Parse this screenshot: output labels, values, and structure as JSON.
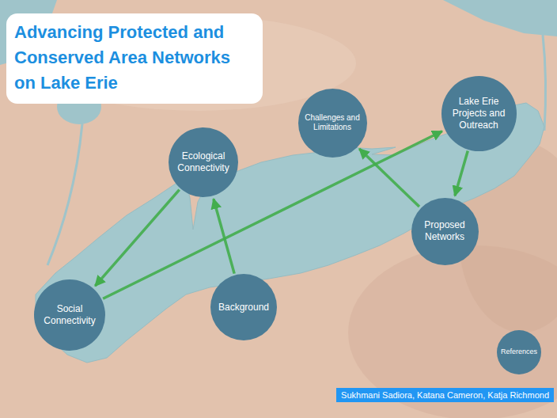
{
  "diagram": {
    "title": "Advancing Protected and Conserved Area Networks on Lake Erie",
    "nodes": [
      {
        "text": [
          "Challenges and Limitations"
        ]
      },
      {
        "text": [
          "Lake Erie Projects and Outreach"
        ]
      },
      {
        "text": [
          "Ecological Connectivity"
        ]
      },
      {
        "text": [
          "Proposed Networks"
        ]
      },
      {
        "text": [
          "Social Connectivity"
        ]
      },
      {
        "text": [
          "Background"
        ]
      },
      {
        "text": [
          "References"
        ]
      }
    ],
    "edges": [
      {
        "from": 5,
        "to": 2,
        "arrow": "to"
      },
      {
        "from": 2,
        "to": 4,
        "arrow": "to"
      },
      {
        "from": 4,
        "to": 1,
        "arrow": "to"
      },
      {
        "from": 1,
        "to": 3,
        "arrow": "to"
      },
      {
        "from": 3,
        "to": 0,
        "arrow": "to"
      }
    ],
    "labels": [
      "Sukhmani Sadiora, Katana Cameron, Katja Richmond"
    ]
  }
}
